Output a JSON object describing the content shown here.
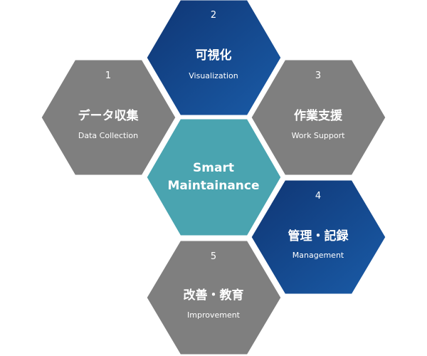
{
  "center": {
    "line1": "Smart",
    "line2": "Maintainance",
    "color": "#4aa4b0"
  },
  "nodes": [
    {
      "number": "1",
      "title": "データ収集",
      "subtitle": "Data Collection",
      "color": "gray"
    },
    {
      "number": "2",
      "title": "可視化",
      "subtitle": "Visualization",
      "color": "blue"
    },
    {
      "number": "3",
      "title": "作業支援",
      "subtitle": "Work Support",
      "color": "gray"
    },
    {
      "number": "4",
      "title": "管理・記録",
      "subtitle": "Management",
      "color": "blue"
    },
    {
      "number": "5",
      "title": "改善・教育",
      "subtitle": "Improvement",
      "color": "gray"
    }
  ],
  "colors": {
    "gray": "#7f7f7f",
    "blue_light": "#1a5ca8",
    "blue_dark": "#0f3573",
    "teal": "#4aa4b0"
  }
}
